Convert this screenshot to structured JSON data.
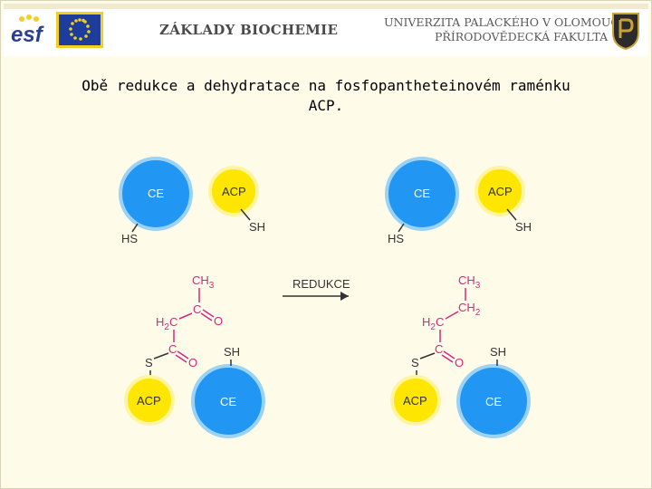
{
  "header": {
    "course_title": "ZÁKLADY BIOCHEMIE",
    "university_line1": "UNIVERZITA PALACKÉHO V OLOMOUCI",
    "university_line2": "PŘÍRODOVĚDECKÁ FAKULTA",
    "esf_logo_text": "esf"
  },
  "slide": {
    "title_line1": "Obě redukce a dehydratace na fosfopantheteinovém raménku",
    "title_line2": "ACP."
  },
  "diagram": {
    "labels": {
      "ce": "CE",
      "acp": "ACP",
      "sh": "SH",
      "hs": "HS",
      "s": "S",
      "c": "C",
      "o": "O",
      "ch3": "CH",
      "ch2": "CH",
      "h2c": "H",
      "sub3": "3",
      "sub2": "2",
      "h2c_tail": "C",
      "arrow": "REDUKCE"
    },
    "colors": {
      "ce_fill": "#2196f3",
      "ce_ring": "#9ad3f5",
      "acp_fill": "#ffe600",
      "acp_ring": "#fff4a0",
      "chain": "#d4287e",
      "line": "#333333"
    }
  }
}
